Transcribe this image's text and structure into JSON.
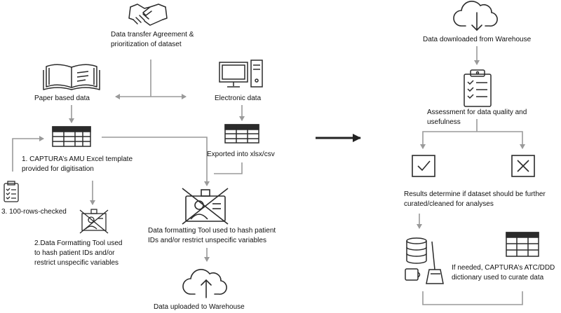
{
  "left_flow": {
    "agreement": "Data transfer Agreement &\nprioritization of dataset",
    "paper": "Paper based data",
    "electronic": "Electronic data",
    "template": "1. CAPTURA’s AMU Excel template\nprovided for digitisation",
    "exported": "Exported into xlsx/csv",
    "checked": "3. 100-rows-checked",
    "tool_left": "2.Data Formatting Tool used\nto hash patient IDs and/or\nrestrict unspecific variables",
    "tool_center": "Data formatting Tool used to hash patient\nIDs and/or restrict unspecific variables",
    "uploaded": "Data uploaded to Warehouse"
  },
  "right_flow": {
    "downloaded": "Data downloaded from Warehouse",
    "assessment": "Assessment for data quality and\nusefulness",
    "results": "Results determine if dataset should be further\ncurated/cleaned for analyses",
    "dictionary": "If needed, CAPTURA’s ATC/DDD\ndictionary used to curate data"
  },
  "colors": {
    "connector": "#9a9a9a",
    "icon_stroke": "#2b2b2b",
    "main_arrow": "#222222"
  }
}
